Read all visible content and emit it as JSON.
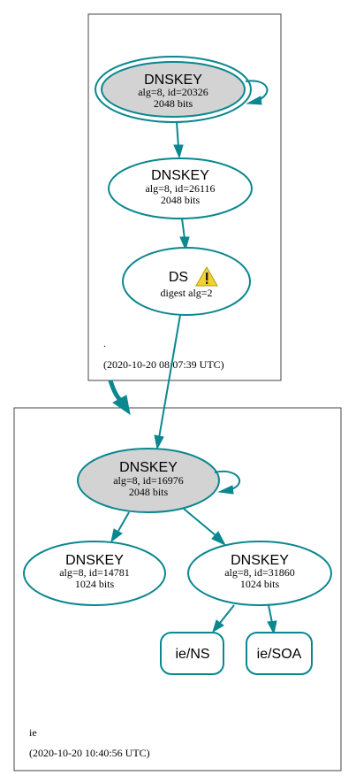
{
  "root_zone": {
    "name": ".",
    "timestamp": "(2020-10-20 08:07:39 UTC)",
    "ksk": {
      "title": "DNSKEY",
      "alg_id": "alg=8, id=20326",
      "bits": "2048 bits"
    },
    "zsk": {
      "title": "DNSKEY",
      "alg_id": "alg=8, id=26116",
      "bits": "2048 bits"
    },
    "ds": {
      "title": "DS",
      "digest": "digest alg=2",
      "warning_icon": "warning-icon"
    }
  },
  "ie_zone": {
    "name": "ie",
    "timestamp": "(2020-10-20 10:40:56 UTC)",
    "ksk": {
      "title": "DNSKEY",
      "alg_id": "alg=8, id=16976",
      "bits": "2048 bits"
    },
    "key_a": {
      "title": "DNSKEY",
      "alg_id": "alg=8, id=14781",
      "bits": "1024 bits"
    },
    "key_b": {
      "title": "DNSKEY",
      "alg_id": "alg=8, id=31860",
      "bits": "1024 bits"
    },
    "ns": "ie/NS",
    "soa": "ie/SOA"
  },
  "colors": {
    "edge": "#0a878f",
    "ksk_fill": "#d3d3d3",
    "warning": "#f2d22e"
  }
}
